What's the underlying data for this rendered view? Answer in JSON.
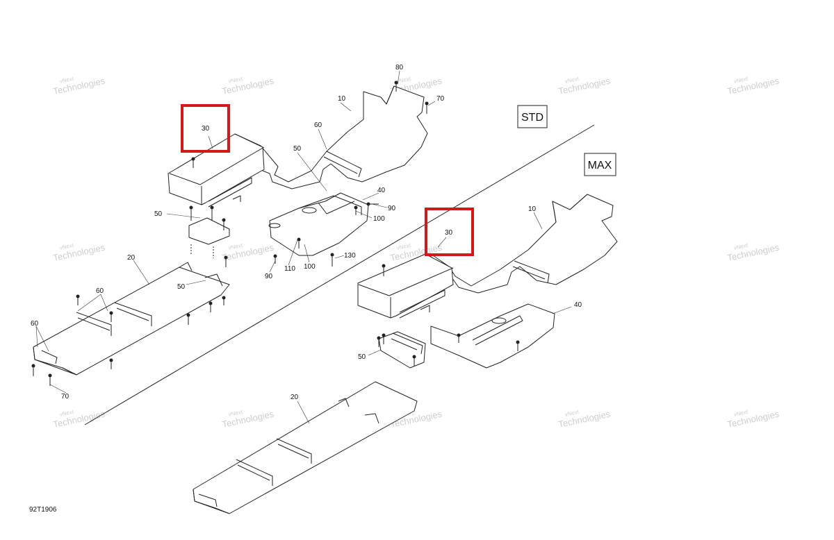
{
  "labels": {
    "std": "STD",
    "max": "MAX",
    "figure_code": "92T1906"
  },
  "watermark": {
    "line1": "vNext",
    "line2": "Technologies",
    "line_combined": "vNext Technologies"
  },
  "callouts": {
    "std": {
      "c10": "10",
      "c20": "20",
      "c30": "30",
      "c40": "40",
      "c50a": "50",
      "c50b": "50",
      "c50c": "50",
      "c60a": "60",
      "c60b": "60",
      "c60c": "60",
      "c70a": "70",
      "c70b": "70",
      "c80": "80",
      "c90a": "90",
      "c90b": "90",
      "c100a": "100",
      "c100b": "100",
      "c110": "110",
      "c130": "130"
    },
    "max": {
      "c10": "10",
      "c20": "20",
      "c30": "30",
      "c40": "40",
      "c50": "50"
    }
  },
  "highlight_color": "#d21818"
}
